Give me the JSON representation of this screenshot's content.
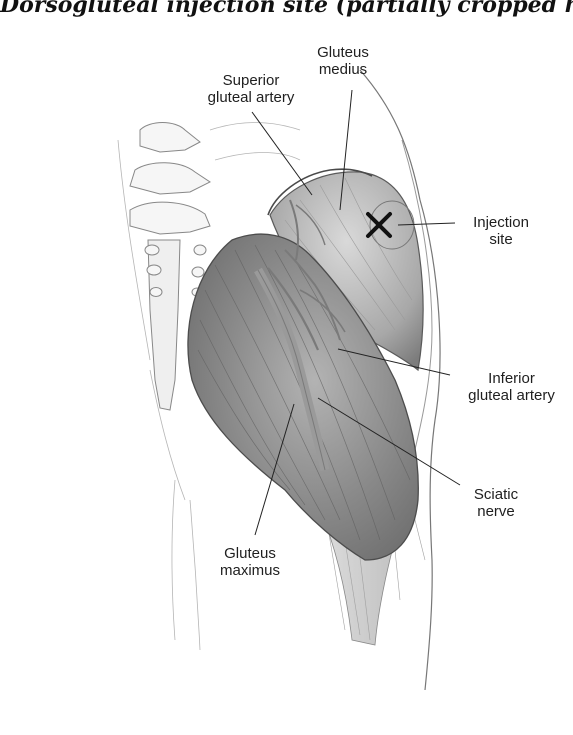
{
  "title": "Dorsogluteal injection site (partially cropped heading)",
  "labels": {
    "gluteus_medius": [
      "Gluteus",
      "medius"
    ],
    "superior_gluteal_artery": [
      "Superior",
      "gluteal artery"
    ],
    "injection_site": [
      "Injection",
      "site"
    ],
    "inferior_gluteal_artery": [
      "Inferior",
      "gluteal artery"
    ],
    "sciatic_nerve": [
      "Sciatic",
      "nerve"
    ],
    "gluteus_maximus": [
      "Gluteus",
      "maximus"
    ]
  },
  "marker": {
    "symbol": "✕",
    "color": "#111111"
  },
  "colors": {
    "muscle_dark": "#6f6f6f",
    "muscle_mid": "#9a9a9a",
    "muscle_light": "#d5d5d5",
    "outline": "#555555",
    "leader": "#222222",
    "skin": "#f3f3f3"
  }
}
